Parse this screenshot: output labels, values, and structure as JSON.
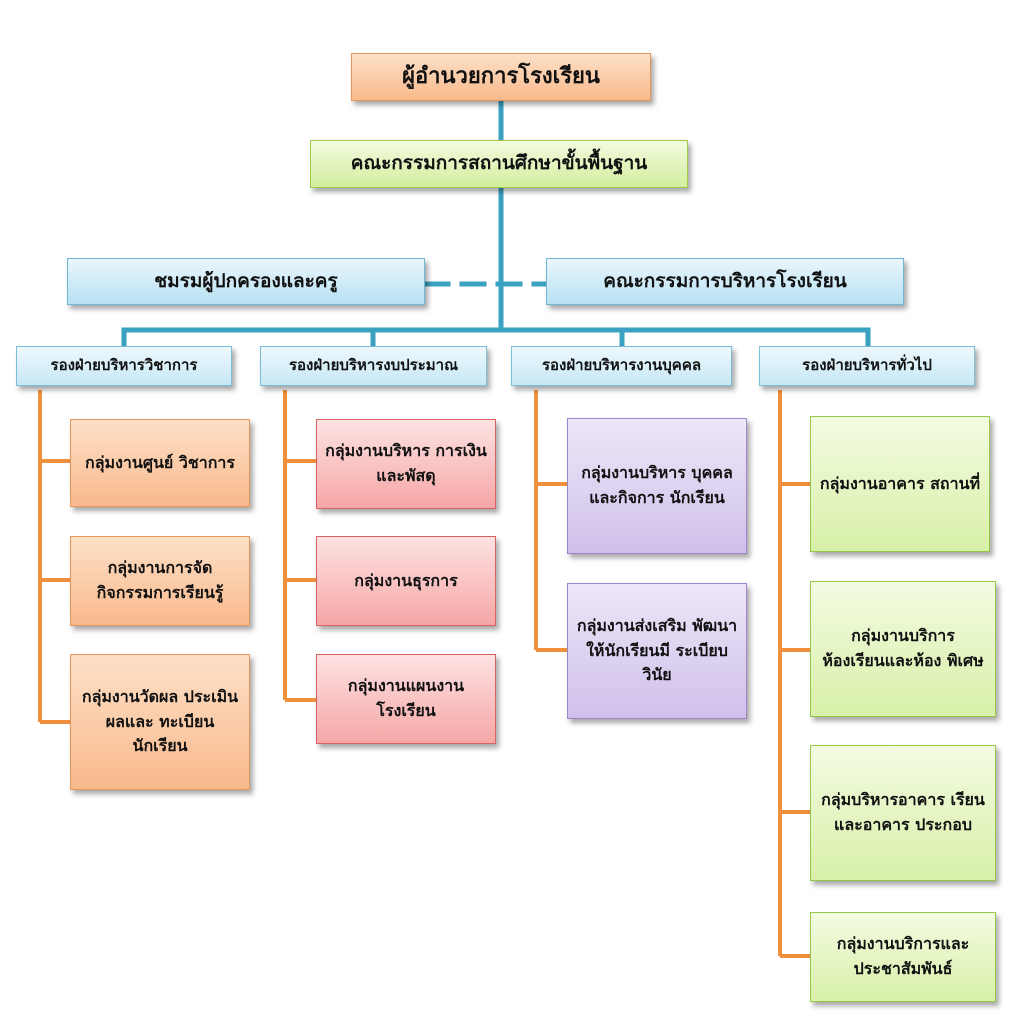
{
  "director": "ผู้อำนวยการโรงเรียน",
  "board": "คณะกรรมการสถานศึกษาขั้นพื้นฐาน",
  "parent_club": "ชมรมผู้ปกครองและครู",
  "admin_committee": "คณะกรรมการบริหารโรงเรียน",
  "departments": [
    {
      "head": "รองฝ่ายบริหารวิชาการ",
      "groups": [
        "กลุ่มงานศูนย์ วิชาการ",
        "กลุ่มงานการจัด กิจกรรมการเรียนรู้",
        "กลุ่มงานวัดผล ประเมินผลและ ทะเบียนนักเรียน"
      ]
    },
    {
      "head": "รองฝ่ายบริหารงบประมาณ",
      "groups": [
        "กลุ่มงานบริหาร การเงินและพัสดุ",
        "กลุ่มงานธุรการ",
        "กลุ่มงานแผนงาน โรงเรียน"
      ]
    },
    {
      "head": "รองฝ่ายบริหารงานบุคคล",
      "groups": [
        "กลุ่มงานบริหาร บุคคลและกิจการ นักเรียน",
        "กลุ่มงานส่งเสริม พัฒนาให้นักเรียนมี ระเบียบ วินัย"
      ]
    },
    {
      "head": "รองฝ่ายบริหารทั่วไป",
      "groups": [
        "กลุ่มงานอาคาร สถานที่",
        "กลุ่มงานบริการ ห้องเรียนและห้อง พิเศษ",
        "กลุ่มบริหารอาคาร เรียนและอาคาร ประกอบ",
        "กลุ่มงานบริการและ ประชาสัมพันธ์"
      ]
    }
  ],
  "colors": {
    "trunk": "#3aa1c0",
    "branch": "#f0903c",
    "director_fill": "#f9b98c",
    "board_fill": "#d3ee9e",
    "header_fill": "#b7e1f2"
  }
}
